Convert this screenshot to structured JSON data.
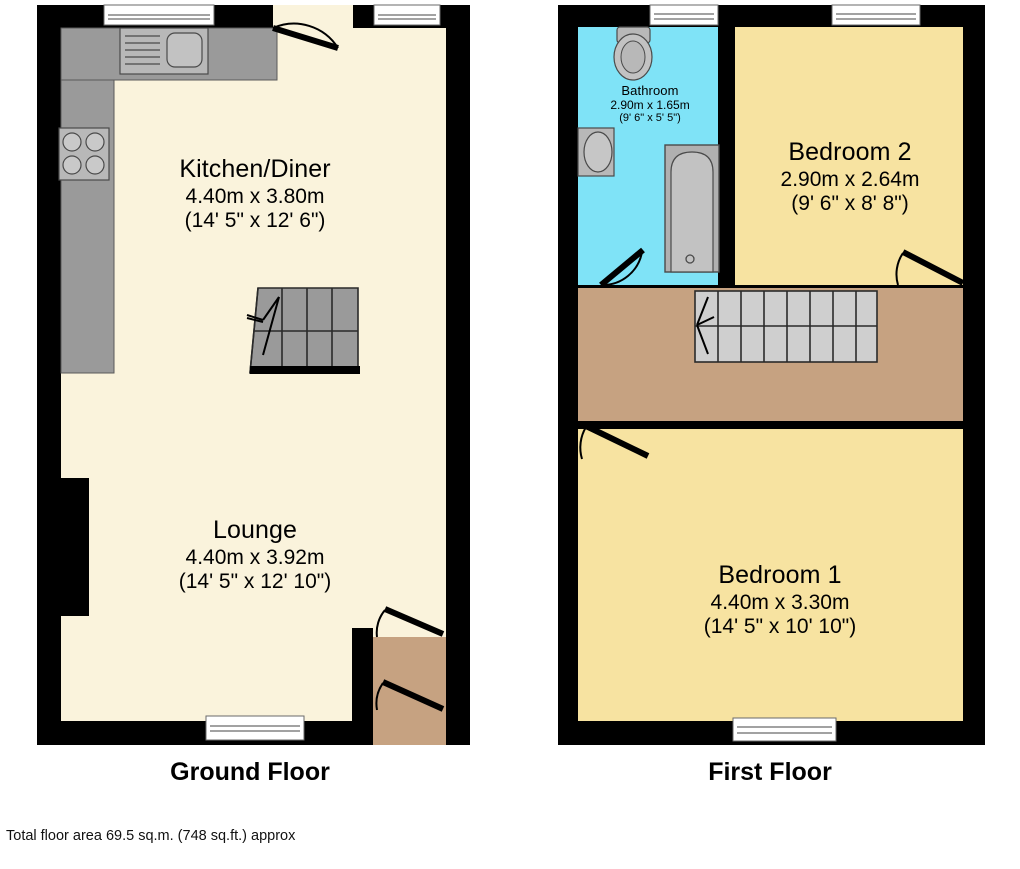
{
  "document": {
    "type": "floor-plan",
    "total_area_note": "Total floor area 69.5 sq.m. (748 sq.ft.) approx"
  },
  "palette": {
    "wall": "#000000",
    "ground_floor_fill": "#faf3dc",
    "first_floor_fill": "#f7e3a1",
    "bathroom_fill": "#7fe3f7",
    "landing_fill": "#c6a281",
    "porch_fill": "#c6a281",
    "fixture_fill": "#b0b0b0",
    "counter_fill": "#9a9a9a",
    "stair_fill": "#cfcfcf",
    "window_fill": "#ffffff",
    "text": "#000000"
  },
  "floors": [
    {
      "id": "ground",
      "caption": "Ground Floor",
      "rooms": [
        {
          "id": "kitchen-diner",
          "name": "Kitchen/Diner",
          "metric": "4.40m x 3.80m",
          "imperial": "(14' 5\" x 12' 6\")",
          "fill": "#faf3dc"
        },
        {
          "id": "lounge",
          "name": "Lounge",
          "metric": "4.40m x 3.92m",
          "imperial": "(14' 5\" x 12' 10\")",
          "fill": "#faf3dc"
        }
      ],
      "fixtures": [
        "kitchen-counter",
        "sink",
        "hob",
        "staircase-up",
        "porch",
        "back-door",
        "front-door"
      ],
      "windows": 3
    },
    {
      "id": "first",
      "caption": "First Floor",
      "rooms": [
        {
          "id": "bathroom",
          "name": "Bathroom",
          "metric": "2.90m x 1.65m",
          "imperial": "(9' 6\" x 5' 5\")",
          "fill": "#7fe3f7"
        },
        {
          "id": "bedroom-2",
          "name": "Bedroom 2",
          "metric": "2.90m x 2.64m",
          "imperial": "(9' 6\" x 8' 8\")",
          "fill": "#f7e3a1"
        },
        {
          "id": "bedroom-1",
          "name": "Bedroom 1",
          "metric": "4.40m x 3.30m",
          "imperial": "(14' 5\" x 10' 10\")",
          "fill": "#f7e3a1"
        },
        {
          "id": "landing",
          "name": "",
          "metric": "",
          "imperial": "",
          "fill": "#c6a281"
        }
      ],
      "fixtures": [
        "toilet",
        "wash-basin",
        "bath-tub",
        "staircase-down"
      ],
      "windows": 3
    }
  ]
}
